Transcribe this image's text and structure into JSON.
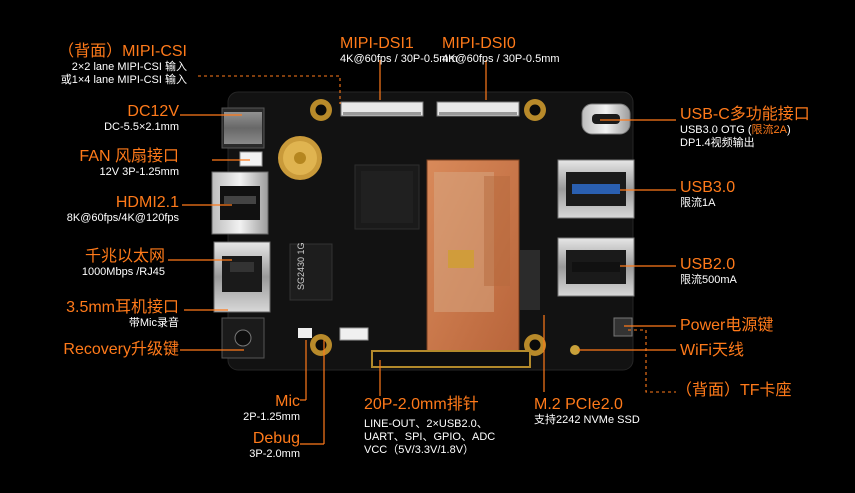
{
  "labels": {
    "mipi_csi": {
      "title": "（背面）MIPI-CSI",
      "line1": "2×2 lane MIPI-CSI 输入",
      "line2": "或1×4 lane MIPI-CSI 输入"
    },
    "mipi_dsi1": {
      "title": "MIPI-DSI1",
      "sub": "4K@60fps / 30P-0.5mm"
    },
    "mipi_dsi0": {
      "title": "MIPI-DSI0",
      "sub": "4K@60fps / 30P-0.5mm"
    },
    "dc12v": {
      "title": "DC12V",
      "sub": "DC-5.5×2.1mm"
    },
    "fan": {
      "title": "FAN 风扇接口",
      "sub": "12V 3P-1.25mm"
    },
    "hdmi": {
      "title": "HDMI2.1",
      "sub": "8K@60fps/4K@120fps"
    },
    "ethernet": {
      "title": "千兆以太网",
      "sub": "1000Mbps /RJ45"
    },
    "headphone": {
      "title": "3.5mm耳机接口",
      "sub": "带Mic录音"
    },
    "recovery": {
      "title": "Recovery升级键"
    },
    "mic": {
      "title": "Mic",
      "sub": "2P-1.25mm"
    },
    "debug": {
      "title": "Debug",
      "sub": "3P-2.0mm"
    },
    "header20p": {
      "title": "20P-2.0mm排针",
      "line1": "LINE-OUT、2×USB2.0、",
      "line2": "UART、SPI、GPIO、ADC",
      "line3": "VCC（5V/3.3V/1.8V）"
    },
    "m2": {
      "title": "M.2 PCIe2.0",
      "sub": "支持2242 NVMe SSD"
    },
    "usbc": {
      "title": "USB-C多功能接口",
      "sub1_a": "USB3.0 OTG (",
      "sub1_b": "限流2A",
      "sub1_c": ")",
      "sub2": "DP1.4视频输出"
    },
    "usb3": {
      "title": "USB3.0",
      "sub": "限流1A"
    },
    "usb2": {
      "title": "USB2.0",
      "sub": "限流500mA"
    },
    "power": {
      "title": "Power电源键"
    },
    "wifi": {
      "title": "WiFi天线"
    },
    "tf": {
      "title": "（背面）TF卡座"
    }
  },
  "chips": {
    "ram_text": "SG2430 1G"
  },
  "colors": {
    "accent": "#ff7a1a",
    "board": "#141414",
    "gold": "#c8a23a",
    "ssd": "#cf7a4a"
  }
}
